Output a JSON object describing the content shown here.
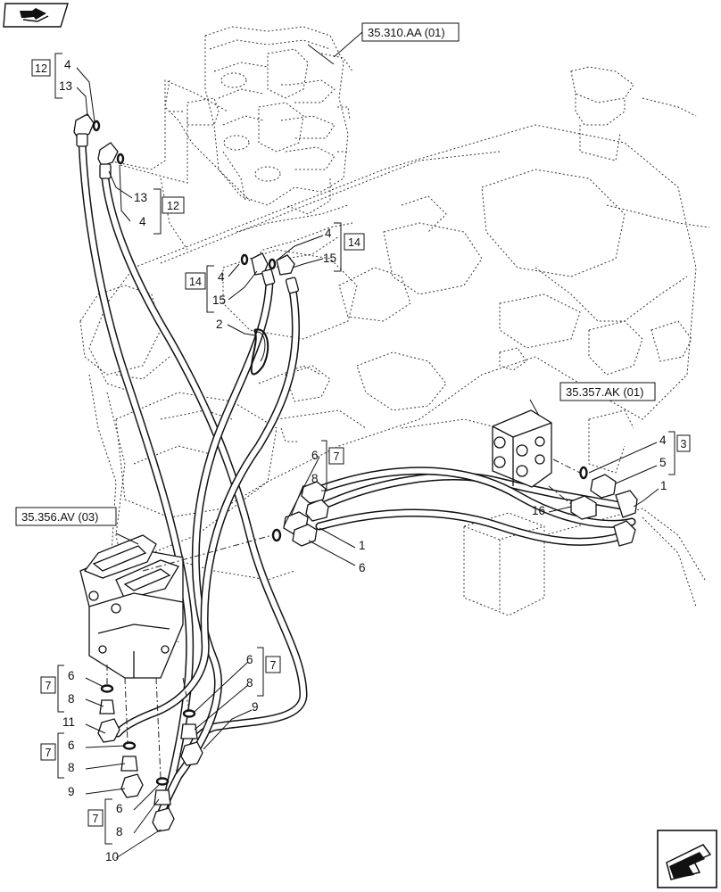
{
  "references": {
    "control_valve": "35.310.AA (01)",
    "manifold": "35.357.AK (01)",
    "pilot_valve": "35.356.AV (03)"
  },
  "groups": {
    "g12_top": "12",
    "g12_mid": "12",
    "g14_left": "14",
    "g14_right": "14",
    "g7_center": "7",
    "g3_right": "3",
    "g7_bl_1": "7",
    "g7_bl_2": "7",
    "g7_bl_3": "7",
    "g7_mid": "7"
  },
  "callouts": {
    "c4_top": "4",
    "c13_top": "13",
    "c13_mid": "13",
    "c4_mid": "4",
    "c4_14r": "4",
    "c15_14r": "15",
    "c4_14l": "4",
    "c15_14l": "15",
    "c2": "2",
    "c6_center": "6",
    "c8_center": "8",
    "c1_center": "1",
    "c6_center_low": "6",
    "c4_right": "4",
    "c5_right": "5",
    "c1_right": "1",
    "c16": "16",
    "c6_bl1": "6",
    "c8_bl1": "8",
    "c11": "11",
    "c6_bl2": "6",
    "c8_bl2": "8",
    "c9_bl": "9",
    "c6_bl3": "6",
    "c8_bl3": "8",
    "c10": "10",
    "c6_mid": "6",
    "c8_mid": "8",
    "c9_mid": "9"
  },
  "icons": {
    "top_left": "folder-arrow-icon",
    "bottom_right": "next-page-arrow-icon"
  }
}
